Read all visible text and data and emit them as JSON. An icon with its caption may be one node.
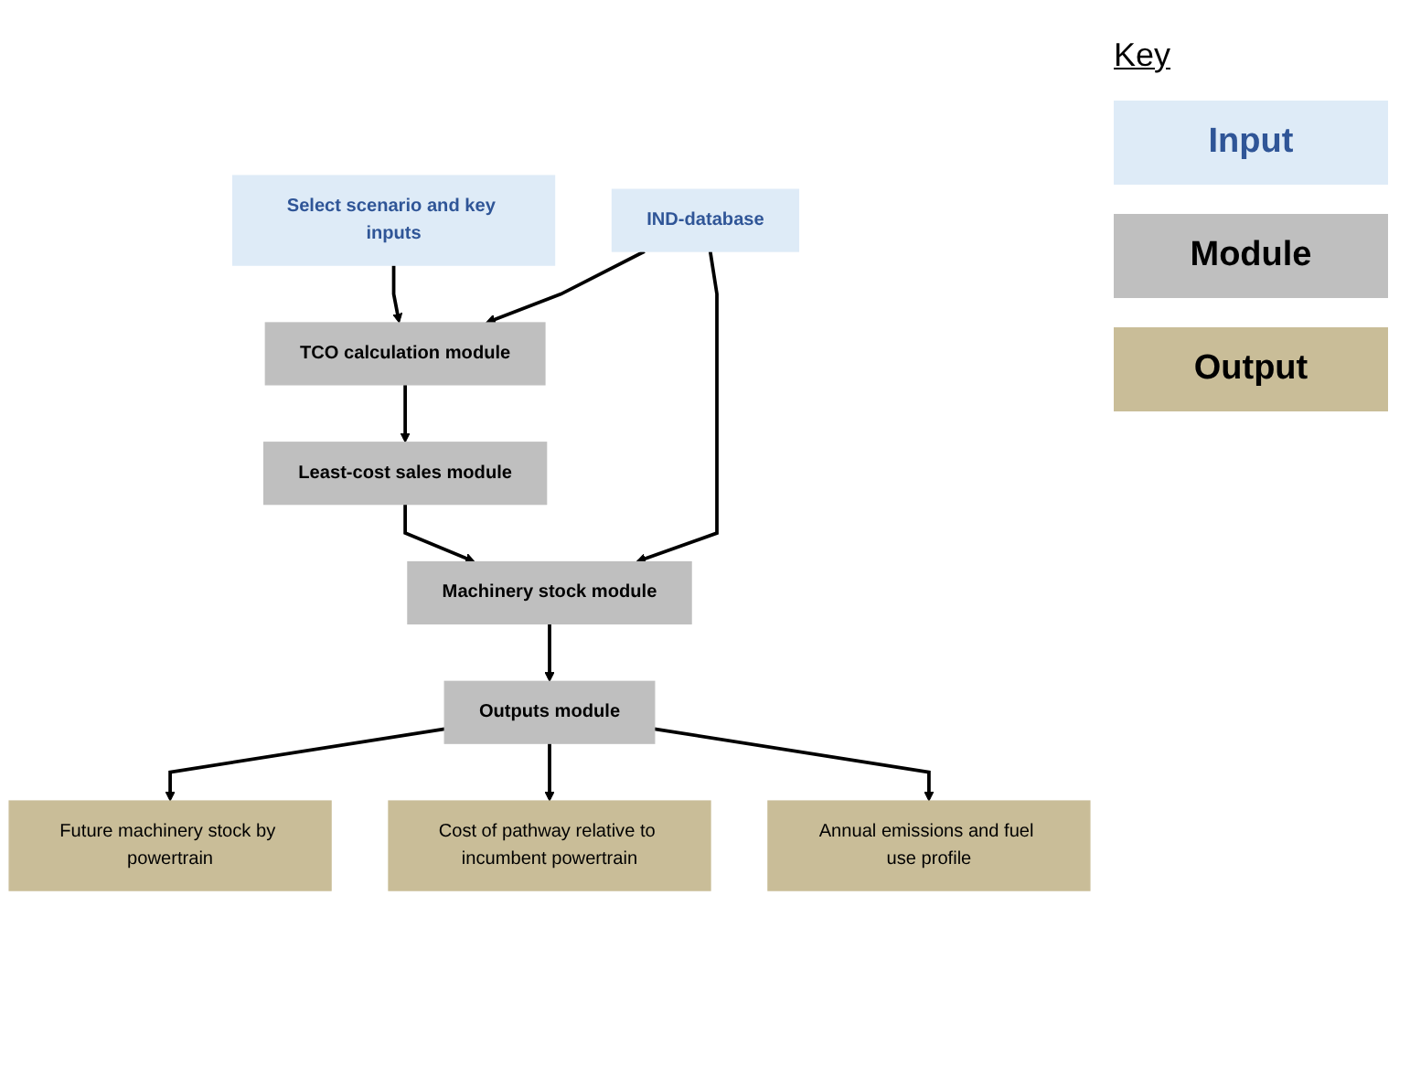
{
  "diagram": {
    "nodes": [
      {
        "text": [
          "Select scenario and key inputs"
        ]
      },
      {
        "text": [
          "IND-database"
        ]
      },
      {
        "text": [
          "TCO calculation module"
        ]
      },
      {
        "text": [
          "Least-cost sales module"
        ]
      },
      {
        "text": [
          "Machinery stock module"
        ]
      },
      {
        "text": [
          "Outputs module"
        ]
      },
      {
        "text": [
          "Future machinery stock by powertrain"
        ]
      },
      {
        "text": [
          "Cost of pathway relative to incumbent powertrain"
        ]
      },
      {
        "text": [
          "Annual emissions and fuel use profile"
        ]
      }
    ],
    "edges": [
      {
        "from": 0,
        "to": 2,
        "arrow": "to"
      },
      {
        "from": 1,
        "to": 2,
        "arrow": "to"
      },
      {
        "from": 1,
        "to": 4,
        "arrow": "to"
      },
      {
        "from": 2,
        "to": 3,
        "arrow": "to"
      },
      {
        "from": 3,
        "to": 4,
        "arrow": "to"
      },
      {
        "from": 4,
        "to": 5,
        "arrow": "to"
      },
      {
        "from": 5,
        "to": 6,
        "arrow": "to"
      },
      {
        "from": 5,
        "to": 7,
        "arrow": "to"
      },
      {
        "from": 5,
        "to": 8,
        "arrow": "to"
      }
    ],
    "labels": [
      "Key"
    ],
    "legend": [
      {
        "text": "Input",
        "color": "#deebf7"
      },
      {
        "text": "Module",
        "color": "#bfbfbf"
      },
      {
        "text": "Output",
        "color": "#c9bd98"
      }
    ]
  }
}
